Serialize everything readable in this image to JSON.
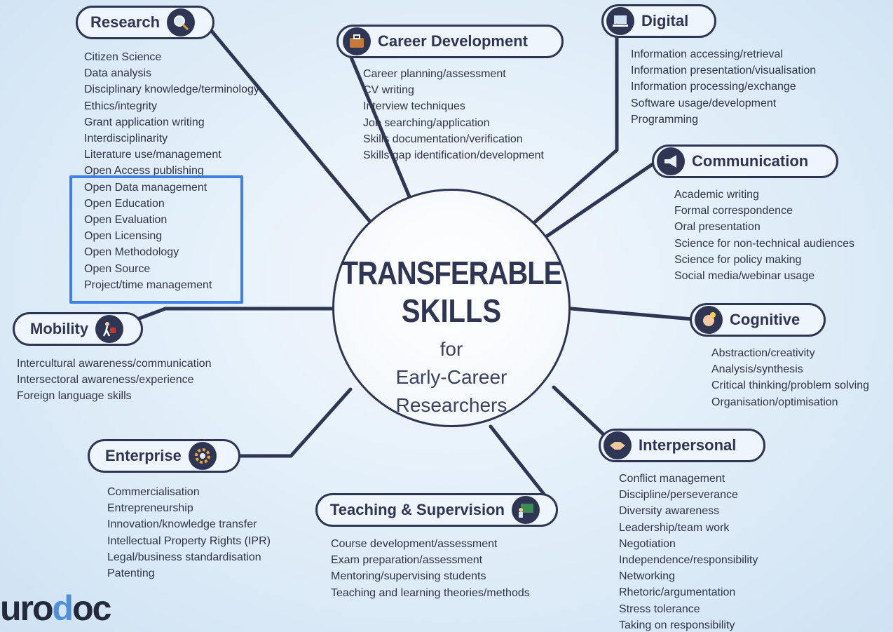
{
  "center": {
    "line1": "TRANSFERABLE",
    "line2": "SKILLS",
    "line3": "for",
    "line4": "Early-Career",
    "line5": "Researchers"
  },
  "categories": {
    "research": {
      "title": "Research",
      "icon": "magnifier-icon",
      "items": [
        "Citizen Science",
        "Data analysis",
        "Disciplinary knowledge/terminology",
        "Ethics/integrity",
        "Grant application writing",
        "Interdisciplinarity",
        "Literature use/management",
        "Open Access publishing",
        "Open Data management",
        "Open Education",
        "Open Evaluation",
        "Open Licensing",
        "Open Methodology",
        "Open Source",
        "Project/time management"
      ]
    },
    "career": {
      "title": "Career Development",
      "icon": "briefcase-icon",
      "items": [
        "Career planning/assessment",
        "CV writing",
        "Interview techniques",
        "Job searching/application",
        "Skills documentation/verification",
        "Skills gap identification/development"
      ]
    },
    "digital": {
      "title": "Digital",
      "icon": "laptop-icon",
      "items": [
        "Information accessing/retrieval",
        "Information presentation/visualisation",
        "Information processing/exchange",
        "Software usage/development",
        "Programming"
      ]
    },
    "communication": {
      "title": "Communication",
      "icon": "megaphone-icon",
      "items": [
        "Academic writing",
        "Formal correspondence",
        "Oral presentation",
        "Science for non-technical audiences",
        "Science for policy making",
        "Social media/webinar usage"
      ]
    },
    "cognitive": {
      "title": "Cognitive",
      "icon": "head-lightbulb-icon",
      "items": [
        "Abstraction/creativity",
        "Analysis/synthesis",
        "Critical thinking/problem solving",
        "Organisation/optimisation"
      ]
    },
    "interpersonal": {
      "title": "Interpersonal",
      "icon": "handshake-icon",
      "items": [
        "Conflict management",
        "Discipline/perseverance",
        "Diversity awareness",
        "Leadership/team work",
        "Negotiation",
        "Independence/responsibility",
        "Networking",
        "Rhetoric/argumentation",
        "Stress tolerance",
        "Taking on responsibility"
      ]
    },
    "teaching": {
      "title": "Teaching & Supervision",
      "icon": "blackboard-teacher-icon",
      "items": [
        "Course development/assessment",
        "Exam preparation/assessment",
        "Mentoring/supervising students",
        "Teaching and learning theories/methods"
      ]
    },
    "enterprise": {
      "title": "Enterprise",
      "icon": "gear-icon",
      "items": [
        "Commercialisation",
        "Entrepreneurship",
        "Innovation/knowledge transfer",
        "Intellectual Property Rights (IPR)",
        "Legal/business standardisation",
        "Patenting"
      ]
    },
    "mobility": {
      "title": "Mobility",
      "icon": "traveler-icon",
      "items": [
        "Intercultural awareness/communication",
        "Intersectoral awareness/experience",
        "Foreign language skills"
      ]
    }
  },
  "logo": {
    "prefix": "uro",
    "accent": "d",
    "suffix": "oc"
  },
  "colors": {
    "navy": "#2e3654",
    "highlight": "#3f7fe6",
    "background": "#dcebf7"
  }
}
